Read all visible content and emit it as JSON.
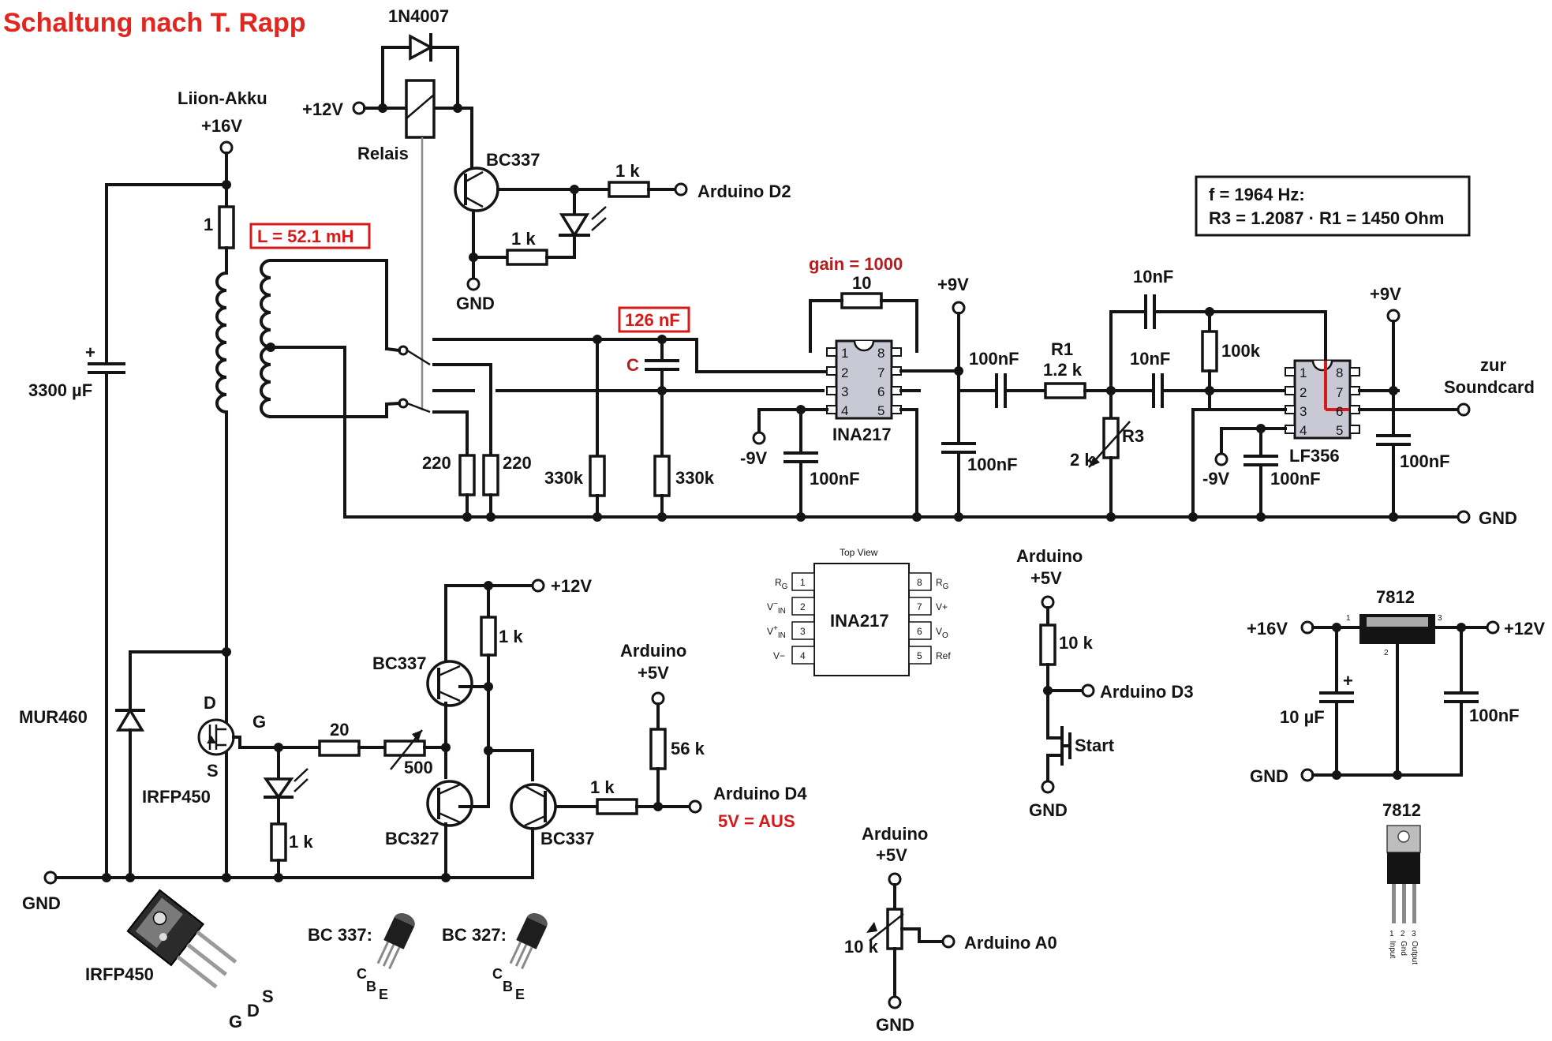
{
  "title": "Schaltung nach T. Rapp",
  "colors": {
    "title": "#e0261f",
    "highlight": "#d41a1a",
    "annotation": "#b02020",
    "line": "#141414",
    "chip": "#c9c9d6"
  },
  "supply": {
    "battery": "Liion-Akku",
    "voltage": "+16V",
    "resistor": "1",
    "capacitor": "3300 µF",
    "plus": "+"
  },
  "relay": {
    "diode": "1N4007",
    "supply": "+12V",
    "label": "Relais",
    "transistor": "BC337",
    "base_resistor": "1 k",
    "led_resistor": "1 k",
    "input": "Arduino D2",
    "gnd": "GND"
  },
  "tank": {
    "inductance": "L = 52.1 mH",
    "capacitance": "126 nF",
    "cap_label": "C",
    "r1": "220",
    "r2": "220",
    "r3": "330k",
    "r4": "330k"
  },
  "amp": {
    "gain": "gain = 1000",
    "rg": "10",
    "vplus": "+9V",
    "vminus": "-9V",
    "decoupling": "100nF",
    "decoupling2": "100nF",
    "part": "INA217",
    "pins_left": [
      "1",
      "2",
      "3",
      "4"
    ],
    "pins_right": [
      "8",
      "7",
      "6",
      "5"
    ]
  },
  "filter": {
    "c_in": "100nF",
    "r1_name": "R1",
    "r1_value": "1.2 k",
    "c1": "10nF",
    "c2": "10nF",
    "r_fb": "100k",
    "r3_name": "R3",
    "r3_value": "2 k",
    "opamp": "LF356",
    "vplus": "+9V",
    "vminus": "-9V",
    "cap1": "100nF",
    "cap2": "100nF",
    "output": "zur Soundcard",
    "gnd": "GND",
    "pins_left": [
      "1",
      "2",
      "3",
      "4"
    ],
    "pins_right": [
      "8",
      "7",
      "6",
      "5"
    ]
  },
  "formula": {
    "line1": "f = 1964 Hz:",
    "line2": "R3 = 1.2087 · R1 = 1450 Ohm"
  },
  "driver": {
    "supply": "+12V",
    "pullup": "1 k",
    "q1": "BC337",
    "q2": "BC327",
    "q3": "BC337",
    "gate_resistor": "20",
    "pot": "500",
    "led_resistor": "1 k",
    "base_resistor": "1 k",
    "mosfet": "IRFP450",
    "gate": "G",
    "drain": "D",
    "source": "S",
    "diode": "MUR460",
    "gnd": "GND",
    "arduino_supply_top": "Arduino",
    "arduino_supply_bottom": "+5V",
    "pulldown": "56 k",
    "input": "Arduino D4",
    "note": "5V = AUS"
  },
  "ina_pinout": {
    "heading": "Top View",
    "part": "INA217",
    "left_pins": [
      {
        "num": "1",
        "name": "R",
        "sub": "G",
        "sup": ""
      },
      {
        "num": "2",
        "name": "V",
        "sub": "IN",
        "sup": "−"
      },
      {
        "num": "3",
        "name": "V",
        "sub": "IN",
        "sup": "+"
      },
      {
        "num": "4",
        "name": "V−",
        "sub": "",
        "sup": ""
      }
    ],
    "right_pins": [
      {
        "num": "8",
        "name": "R",
        "sub": "G"
      },
      {
        "num": "7",
        "name": "V+",
        "sub": ""
      },
      {
        "num": "6",
        "name": "V",
        "sub": "O"
      },
      {
        "num": "5",
        "name": "Ref",
        "sub": ""
      }
    ]
  },
  "start": {
    "supply_top": "Arduino",
    "supply_bottom": "+5V",
    "resistor": "10 k",
    "input": "Arduino D3",
    "button": "Start",
    "gnd": "GND"
  },
  "pot_input": {
    "supply_top": "Arduino",
    "supply_bottom": "+5V",
    "value": "10 k",
    "input": "Arduino A0",
    "gnd": "GND"
  },
  "regulator": {
    "part": "7812",
    "input": "+16V",
    "output": "+12V",
    "gnd": "GND",
    "c_in": "10 µF",
    "c_out": "100nF",
    "plus": "+",
    "pin1": "1",
    "pin2": "2",
    "pin3": "3",
    "pkg_title": "7812",
    "pkg_pins": [
      "1",
      "2",
      "3"
    ],
    "pkg_names": [
      "Input",
      "Gnd",
      "Output"
    ]
  },
  "packages": {
    "mosfet": "IRFP450",
    "mosfet_pins": [
      "G",
      "D",
      "S"
    ],
    "bc337_title": "BC 337:",
    "bc327_title": "BC 327:",
    "to92_pins": [
      "C",
      "B",
      "E"
    ]
  }
}
